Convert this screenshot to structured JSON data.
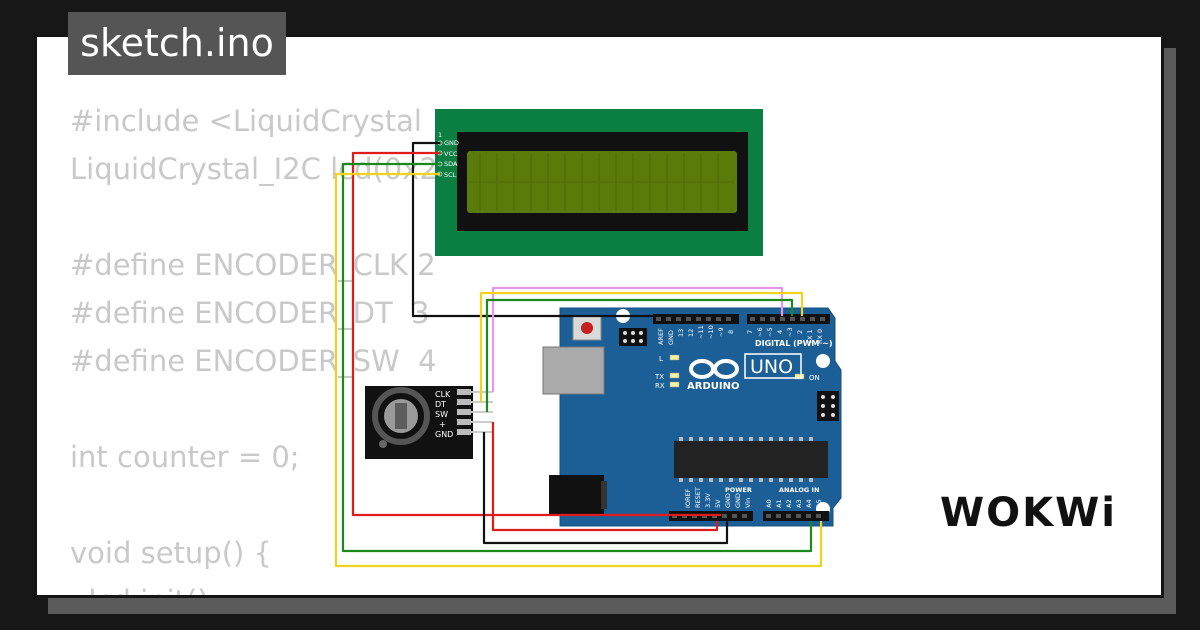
{
  "header": {
    "title": "sketch.ino"
  },
  "code": {
    "lines": [
      "#include <LiquidCrystal",
      "LiquidCrystal_I2C lcd(0x2",
      "",
      "#define ENCODER_CLK 2",
      "#define ENCODER_DT  3",
      "#define ENCODER_SW  4",
      "",
      "int counter = 0;",
      "",
      "void setup() {",
      "  lcd.init();"
    ]
  },
  "lcd": {
    "pins": [
      "1",
      "GND",
      "VCC",
      "SDA",
      "SCL"
    ]
  },
  "encoder": {
    "pins": [
      "CLK",
      "DT",
      "SW",
      "+",
      "GND"
    ]
  },
  "arduino": {
    "brand": "ARDUINO",
    "model": "UNO",
    "digital_label": "DIGITAL (PWM ~)",
    "power_label": "POWER",
    "analog_label": "ANALOG IN",
    "led_labels": [
      "L",
      "TX",
      "RX",
      "ON"
    ],
    "top_pins": [
      "AREF",
      "GND",
      "13",
      "12",
      "~11",
      "~10",
      "~9",
      "8",
      "7",
      "~6",
      "~5",
      "4",
      "~3",
      "2",
      "TX 1",
      "RX 0"
    ],
    "power_pins": [
      "IOREF",
      "RESET",
      "3.3V",
      "5V",
      "GND",
      "GND",
      "Vin"
    ],
    "analog_pins": [
      "A0",
      "A1",
      "A2",
      "A3",
      "A4",
      "A5"
    ]
  },
  "wire_colors": {
    "black": "#111111",
    "red": "#e01b1b",
    "green": "#1a8a1a",
    "yellow": "#f2d31b",
    "pink": "#e597e8"
  },
  "footer": {
    "logo": "WOKWi"
  }
}
